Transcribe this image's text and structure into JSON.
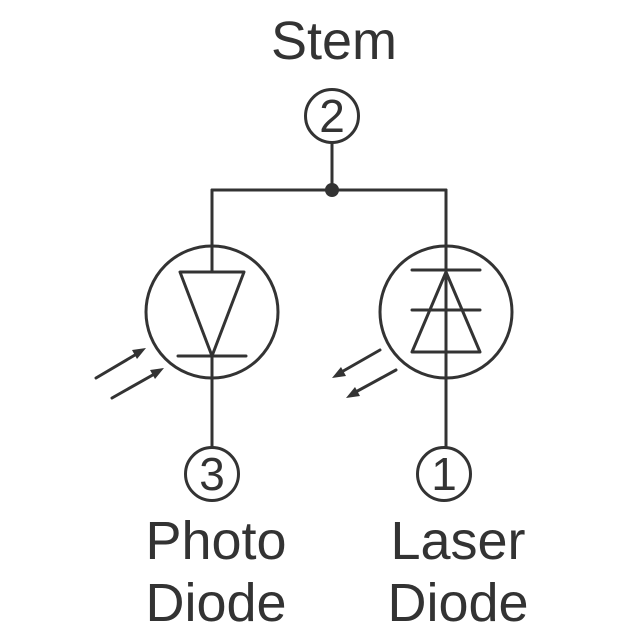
{
  "stem": {
    "label": "Stem",
    "pin": "2"
  },
  "photo_diode": {
    "pin": "3",
    "label_line1": "Photo",
    "label_line2": "Diode"
  },
  "laser_diode": {
    "pin": "1",
    "label_line1": "Laser",
    "label_line2": "Diode"
  },
  "colors": {
    "stroke": "#333333",
    "background": "#ffffff"
  }
}
